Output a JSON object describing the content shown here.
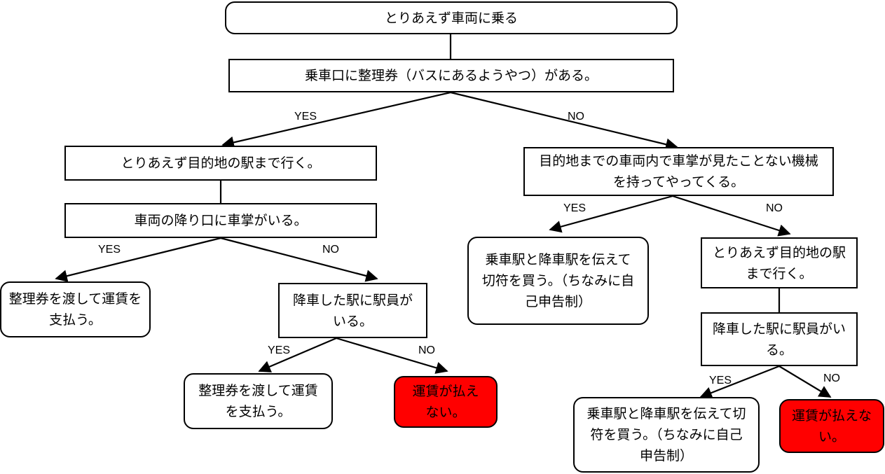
{
  "nodes": {
    "start": "とりあえず車両に乗る",
    "q_ticket": "乗車口に整理券（バスにあるようやつ）がある。",
    "yes_go": "とりあえず目的地の駅まで行く。",
    "q_conductor_door": "車両の降り口に車掌がいる。",
    "pay_ticket_1": "整理券を渡して運賃を支払う。",
    "q_staff_1": "降車した駅に駅員がいる。",
    "pay_ticket_2": "整理券を渡して運賃を支払う。",
    "cannot_pay_1": "運賃が払えない。",
    "q_conductor_inside": "目的地までの車両内で車掌が見たことない機械を持ってやってくる。",
    "buy_ticket_1": "乗車駅と降車駅を伝えて切符を買う。（ちなみに自己申告制）",
    "no_go": "とりあえず目的地の駅まで行く。",
    "q_staff_2": "降車した駅に駅員がいる。",
    "buy_ticket_2": "乗車駅と降車駅を伝えて切符を買う。（ちなみに自己申告制）",
    "cannot_pay_2": "運賃が払えない。"
  },
  "labels": {
    "yes": "YES",
    "no": "NO"
  }
}
